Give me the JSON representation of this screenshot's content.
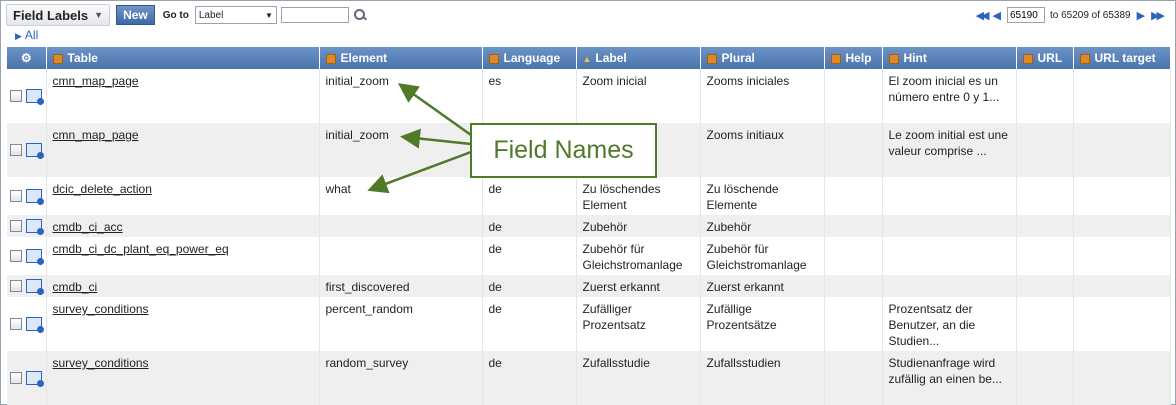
{
  "header": {
    "list_title": "Field Labels",
    "new_label": "New",
    "goto_label": "Go to",
    "goto_select_value": "Label",
    "search_value": ""
  },
  "pager": {
    "current": "65190",
    "to_text": "to 65209 of 65389"
  },
  "filter": {
    "all_label": "All"
  },
  "columns": [
    "Table",
    "Element",
    "Language",
    "Label",
    "Plural",
    "Help",
    "Hint",
    "URL",
    "URL target"
  ],
  "rows": [
    {
      "table": "cmn_map_page",
      "element": "initial_zoom",
      "language": "es",
      "label": "Zoom inicial",
      "plural": "Zooms iniciales",
      "help": "",
      "hint": "El zoom inicial es un número entre 0 y 1...",
      "url": "",
      "url_target": ""
    },
    {
      "table": "cmn_map_page",
      "element": "initial_zoom",
      "language": "",
      "label": "",
      "plural": "Zooms initiaux",
      "help": "",
      "hint": "Le zoom initial est une valeur comprise ...",
      "url": "",
      "url_target": ""
    },
    {
      "table": "dcic_delete_action",
      "element": "what",
      "language": "de",
      "label": "Zu löschendes Element",
      "plural": "Zu löschende Elemente",
      "help": "",
      "hint": "",
      "url": "",
      "url_target": ""
    },
    {
      "table": "cmdb_ci_acc",
      "element": "",
      "language": "de",
      "label": "Zubehör",
      "plural": "Zubehör",
      "help": "",
      "hint": "",
      "url": "",
      "url_target": ""
    },
    {
      "table": "cmdb_ci_dc_plant_eq_power_eq",
      "element": "",
      "language": "de",
      "label": "Zubehör für Gleichstromanlage",
      "plural": "Zubehör für Gleichstromanlage",
      "help": "",
      "hint": "",
      "url": "",
      "url_target": ""
    },
    {
      "table": "cmdb_ci",
      "element": "first_discovered",
      "language": "de",
      "label": "Zuerst erkannt",
      "plural": "Zuerst erkannt",
      "help": "",
      "hint": "",
      "url": "",
      "url_target": ""
    },
    {
      "table": "survey_conditions",
      "element": "percent_random",
      "language": "de",
      "label": "Zufälliger Prozentsatz",
      "plural": "Zufällige Prozentsätze",
      "help": "",
      "hint": "Prozentsatz der Benutzer, an die Studien...",
      "url": "",
      "url_target": ""
    },
    {
      "table": "survey_conditions",
      "element": "random_survey",
      "language": "de",
      "label": "Zufallsstudie",
      "plural": "Zufallsstudien",
      "help": "",
      "hint": "Studienanfrage wird zufällig an einen be...",
      "url": "",
      "url_target": ""
    }
  ],
  "annotation": {
    "text": "Field Names",
    "color": "#4f7a2a"
  },
  "colors": {
    "header_bar": "#4a74ad",
    "link": "#2b64c0",
    "row_alt": "#efefef"
  },
  "icons": {
    "gear": "gear-icon",
    "search": "search-icon",
    "record": "record-preview-icon",
    "sort_asc": "sort-ascending-icon",
    "first_page": "first-page-icon",
    "previous_page": "previous-page-icon",
    "next_page": "next-page-icon",
    "last_page": "last-page-icon"
  }
}
